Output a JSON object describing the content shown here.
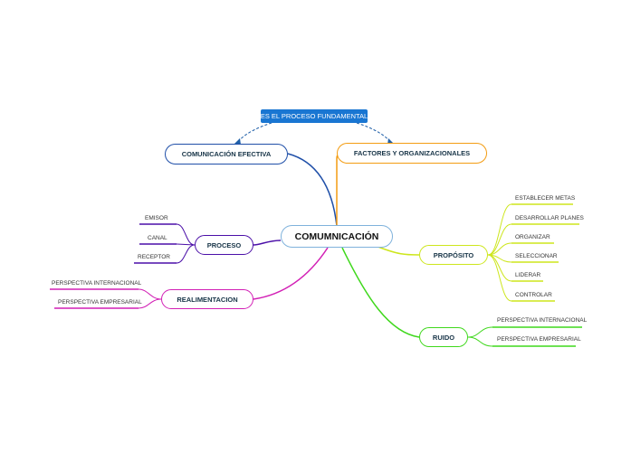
{
  "central": {
    "label": "COMUMNICACIÓN"
  },
  "callout": {
    "label": "ES EL PROCESO FUNDAMENTAL"
  },
  "topics": {
    "comunicacion_efectiva": {
      "label": "COMUNICACIÓN EFECTIVA",
      "color": "#1f4fa8"
    },
    "factores": {
      "label": "FACTORES Y ORGANIZACIONALES",
      "color": "#f39c12"
    },
    "proceso": {
      "label": "PROCESO",
      "color": "#4b0fa8",
      "children": [
        "EMISOR",
        "CANAL",
        "RECEPTOR"
      ]
    },
    "realimentacion": {
      "label": "REALIMENTACION",
      "color": "#d21fb5",
      "children": [
        "PERSPECTIVA INTERNACIONAL",
        "PERSPECTIVA EMPRESARIAL"
      ]
    },
    "proposito": {
      "label": "PROPÓSITO",
      "color": "#cde61c",
      "children": [
        "ESTABLECER METAS",
        "DESARROLLAR PLANES",
        "ORGANIZAR",
        "SELECCIONAR",
        "LIDERAR",
        "CONTROLAR"
      ]
    },
    "ruido": {
      "label": "RUIDO",
      "color": "#3fd81c",
      "children": [
        "PERSPECTIVA INTERNACIONAL",
        "PERSPECTIVA EMPRESARIAL"
      ]
    }
  },
  "colors": {
    "central_border": "#7fb2dc",
    "callout_bg": "#1976d2",
    "dashed": "#1f5fa8"
  }
}
